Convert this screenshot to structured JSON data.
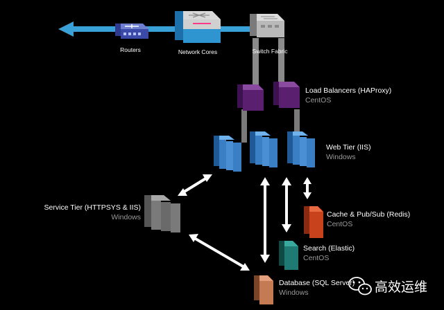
{
  "network": {
    "routers_label": "Routers",
    "network_cores_label": "Network Cores",
    "switch_fabric_label": "Switch Fabric"
  },
  "tiers": {
    "load_balancers": {
      "name": "Load Balancers (HAProxy)",
      "os": "CentOS",
      "color": "#5a1f6e"
    },
    "web_tier": {
      "name": "Web Tier (IIS)",
      "os": "Windows",
      "color": "#3a7fc4"
    },
    "service_tier": {
      "name": "Service Tier (HTTPSYS & IIS)",
      "os": "Windows",
      "color": "#7a7a7a"
    },
    "cache": {
      "name": "Cache & Pub/Sub (Redis)",
      "os": "CentOS",
      "color": "#c8421c"
    },
    "search": {
      "name": "Search (Elastic)",
      "os": "CentOS",
      "color": "#1e7a72"
    },
    "database": {
      "name": "Database (SQL Server)",
      "os": "Windows",
      "color": "#c47a52"
    }
  },
  "watermark": {
    "text": "高效运维"
  }
}
